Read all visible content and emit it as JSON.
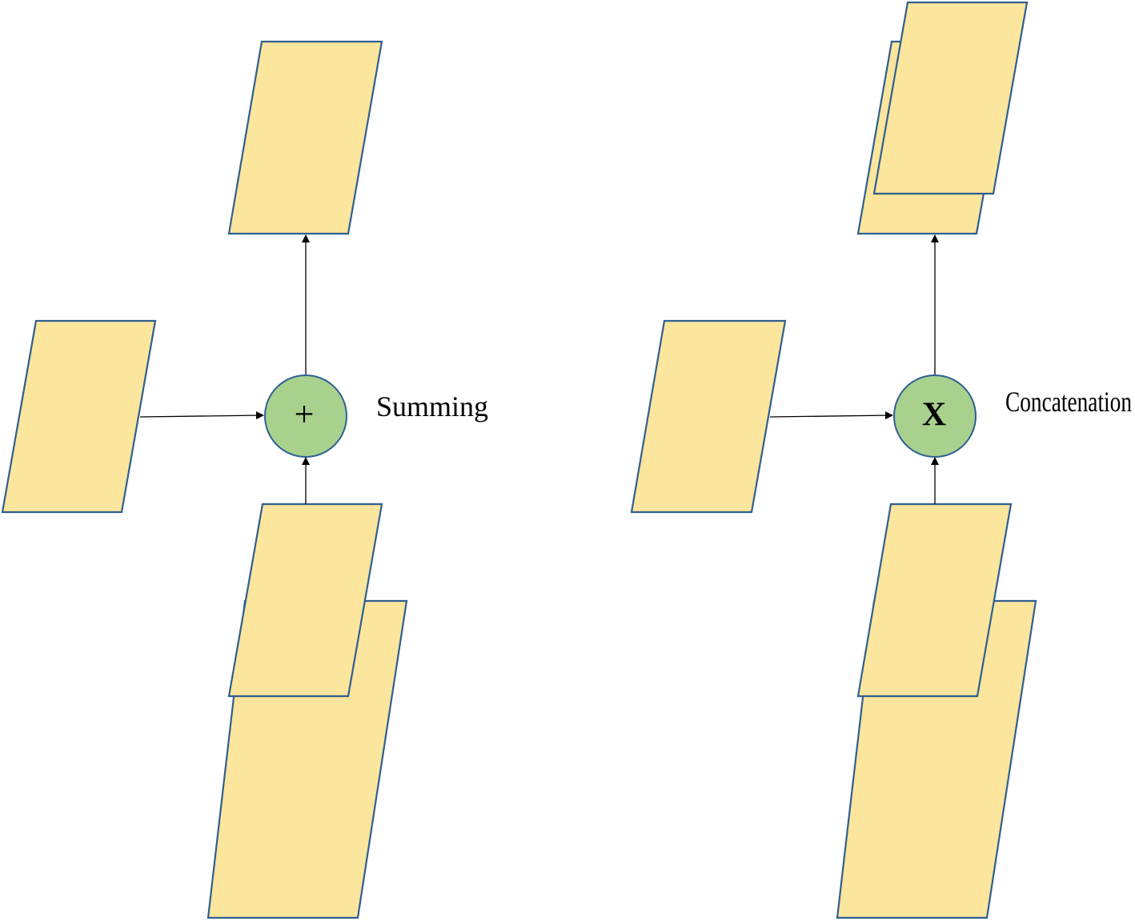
{
  "colors": {
    "feature_fill": "#FCE59C",
    "feature_stroke": "#2E5F91",
    "node_fill": "#A9D18E",
    "node_stroke": "#2E5F91",
    "arrow": "#000000"
  },
  "panels": {
    "summing": {
      "label": "Summing",
      "symbol": "+"
    },
    "concatenation": {
      "label": "Concatenation",
      "symbol": "X"
    }
  }
}
